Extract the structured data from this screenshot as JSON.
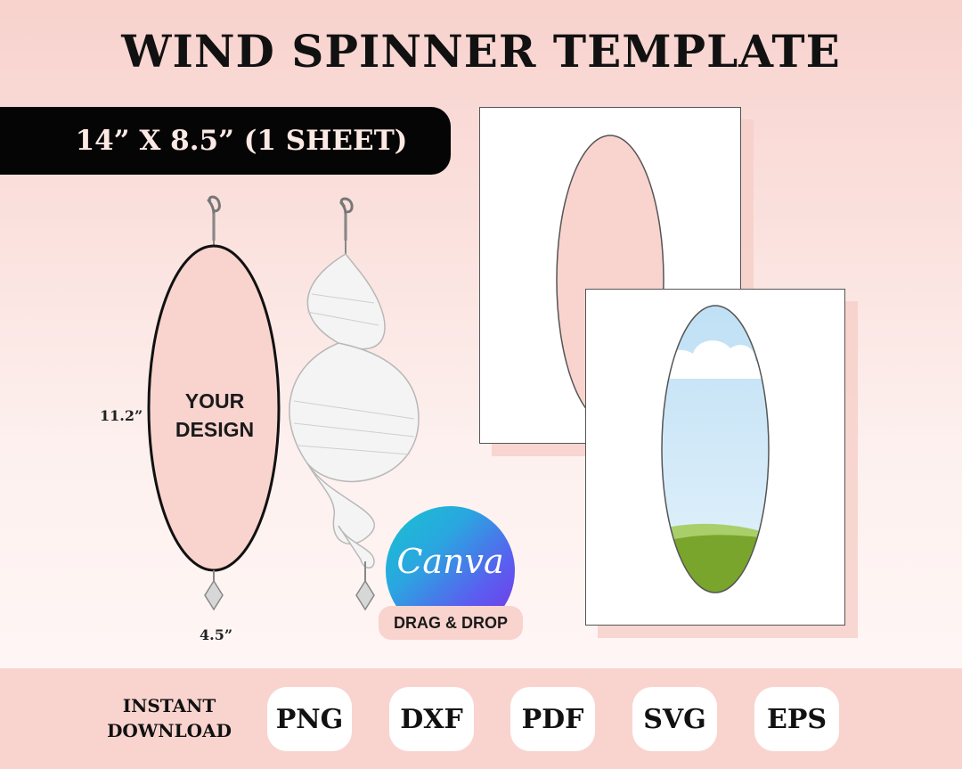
{
  "header": {
    "title": "WIND SPINNER TEMPLATE"
  },
  "size_banner": {
    "text": "14” X 8.5” (1 SHEET)"
  },
  "template": {
    "height_label": "11.2”",
    "width_label": "4.5”",
    "design_line1": "YOUR",
    "design_line2": "DESIGN"
  },
  "canva": {
    "logo_text": "Canva",
    "drag_label": "DRAG & DROP"
  },
  "footer": {
    "instant_line1": "INSTANT",
    "instant_line2": "DOWNLOAD",
    "formats": [
      "PNG",
      "DXF",
      "PDF",
      "SVG",
      "EPS"
    ]
  },
  "colors": {
    "pink": "#f9d4cf",
    "banner_black": "#050505",
    "sky": "#d3eaf8",
    "grass": "#7aa52c"
  }
}
